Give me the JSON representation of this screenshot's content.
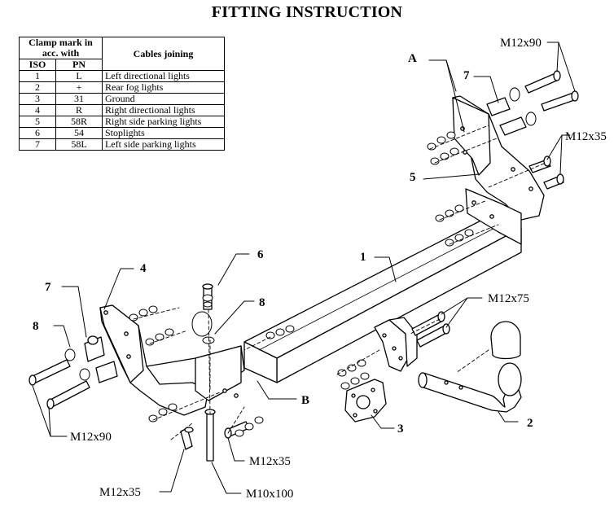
{
  "title": "FITTING INSTRUCTION",
  "table": {
    "header_clamp": "Clamp mark in acc. with",
    "header_cables": "Cables joining",
    "sub_iso": "ISO",
    "sub_pn": "PN",
    "rows": [
      {
        "iso": "1",
        "pn": "L",
        "desc": "Left directional lights"
      },
      {
        "iso": "2",
        "pn": "+",
        "desc": "Rear fog lights"
      },
      {
        "iso": "3",
        "pn": "31",
        "desc": "Ground"
      },
      {
        "iso": "4",
        "pn": "R",
        "desc": "Right directional lights"
      },
      {
        "iso": "5",
        "pn": "58R",
        "desc": "Right side parking lights"
      },
      {
        "iso": "6",
        "pn": "54",
        "desc": "Stoplights"
      },
      {
        "iso": "7",
        "pn": "58L",
        "desc": "Left side parking lights"
      }
    ]
  },
  "diagram": {
    "callouts": {
      "a": "A",
      "b": "B",
      "n1": "1",
      "n2": "2",
      "n3": "3",
      "n4": "4",
      "n5": "5",
      "n6": "6",
      "n7_top": "7",
      "n7_left": "7",
      "n8_left": "8",
      "n8_mid": "8"
    },
    "bolts": {
      "m12x90_top": "M12x90",
      "m12x35_right": "M12x35",
      "m12x75": "M12x75",
      "m12x90_left": "M12x90",
      "m12x35_center": "M12x35",
      "m12x35_bottom": "M12x35",
      "m10x100": "M10x100"
    }
  }
}
